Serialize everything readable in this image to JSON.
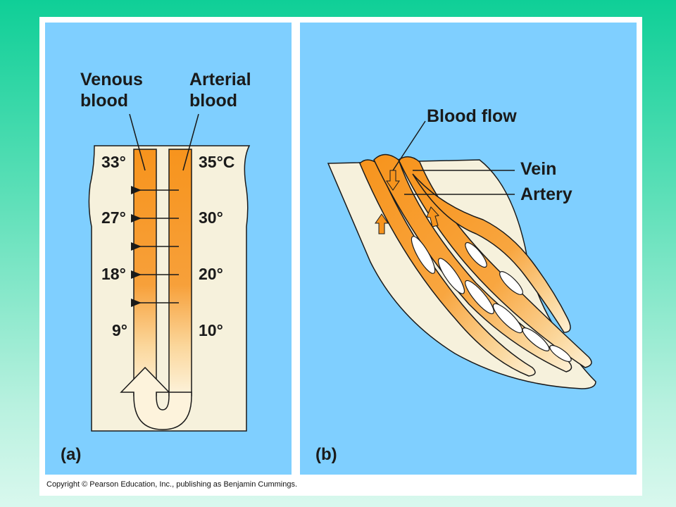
{
  "panel_a": {
    "venous_label": "Venous\nblood",
    "venous_line1": "Venous",
    "venous_line2": "blood",
    "arterial_line1": "Arterial",
    "arterial_line2": "blood",
    "venous_temps": [
      "33°",
      "27°",
      "18°",
      "9°"
    ],
    "arterial_temps": [
      "35°C",
      "30°",
      "20°",
      "10°"
    ],
    "panel_label": "(a)"
  },
  "panel_b": {
    "blood_flow_label": "Blood flow",
    "vein_label": "Vein",
    "artery_label": "Artery",
    "panel_label": "(b)"
  },
  "copyright": "Copyright © Pearson Education, Inc., publishing as Benjamin Cummings.",
  "colors": {
    "background_top": "#0fcf97",
    "panel_blue": "#7fcfff",
    "vessel_orange": "#f7941d",
    "tissue_cream": "#f6f1dc"
  }
}
